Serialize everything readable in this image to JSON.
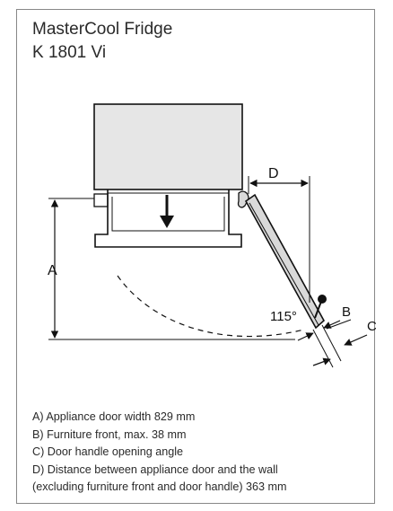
{
  "header": {
    "title_line1": "MasterCool Fridge",
    "title_line2": "K 1801 Vi"
  },
  "diagram": {
    "labels": {
      "a": "A",
      "b": "B",
      "c": "C",
      "d": "D",
      "angle": "115°"
    }
  },
  "legend": {
    "items": [
      "A) Appliance door width 829 mm",
      "B) Furniture front, max. 38 mm",
      "C) Door handle opening angle",
      "D) Distance between appliance door and the wall",
      "(excluding furniture front and door handle) 363 mm"
    ]
  },
  "colors": {
    "frame": "#888888",
    "cabinet_fill": "#e6e6e6",
    "door_fill": "#d9d9d9",
    "line": "#111111"
  }
}
